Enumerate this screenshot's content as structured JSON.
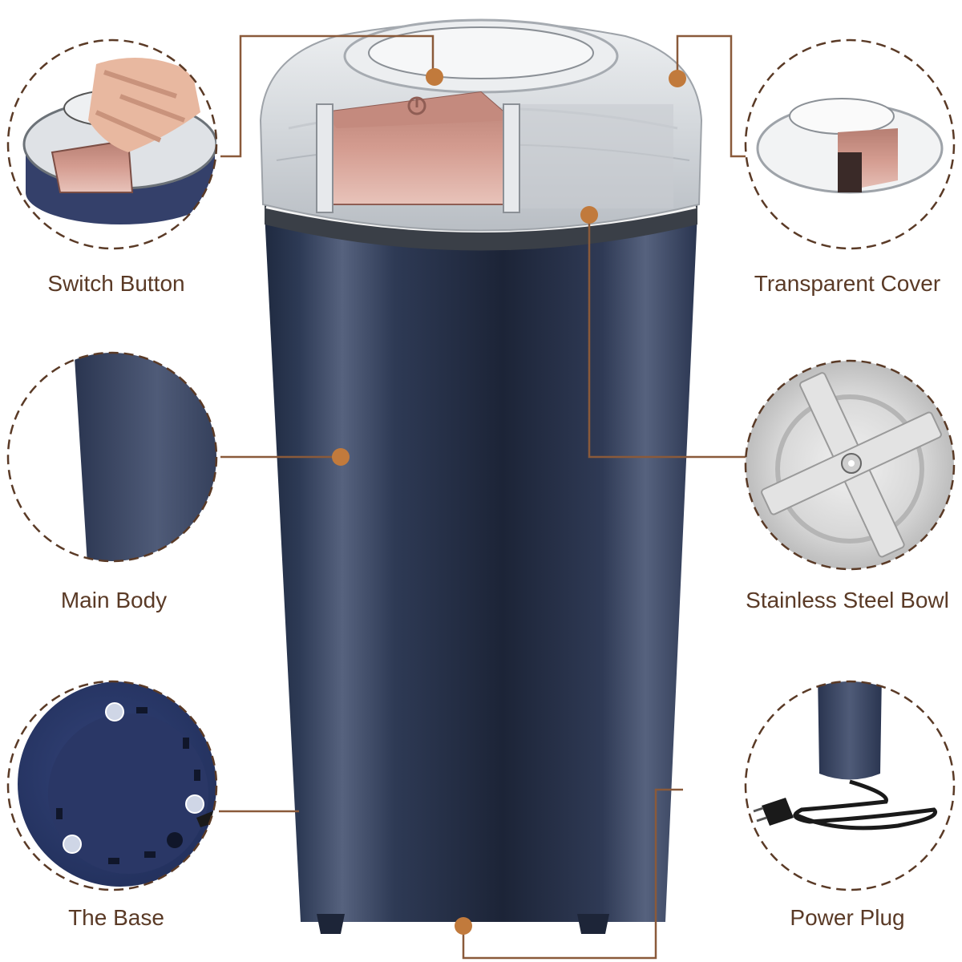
{
  "diagram": {
    "subject": "Coffee grinder",
    "accent_color": "#c17a3c",
    "line_color": "#8a5a3a",
    "body_color": "#2b3650",
    "button_color": "#c99086"
  },
  "callouts": [
    {
      "id": "switch-button",
      "label": "Switch Button",
      "position": "top-left"
    },
    {
      "id": "transparent-cover",
      "label": "Transparent Cover",
      "position": "top-right"
    },
    {
      "id": "main-body",
      "label": "Main Body",
      "position": "middle-left"
    },
    {
      "id": "stainless-steel-bowl",
      "label": "Stainless Steel Bowl",
      "position": "middle-right"
    },
    {
      "id": "the-base",
      "label": "The Base",
      "position": "bottom-left"
    },
    {
      "id": "power-plug",
      "label": "Power Plug",
      "position": "bottom-right"
    }
  ]
}
